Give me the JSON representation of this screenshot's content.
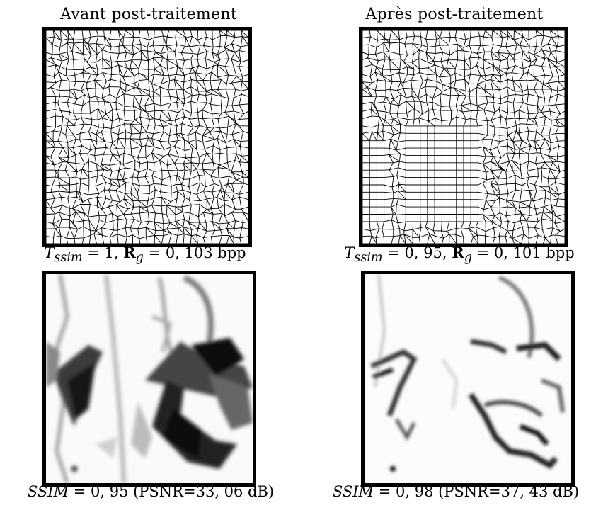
{
  "figure": {
    "left": {
      "title": "Avant post-traitement",
      "mesh_caption": {
        "t_label": "T",
        "t_sub": "ssim",
        "t_value": " = 1, ",
        "r_label": "R",
        "r_sub": "g",
        "r_value": " = 0, 103 bpp"
      },
      "ssim_caption": {
        "metric": "SSIM",
        "value": " = 0, 95 (PSNR=33, 06 dB)"
      }
    },
    "right": {
      "title": "Après post-traitement",
      "mesh_caption": {
        "t_label": "T",
        "t_sub": "ssim",
        "t_value": " = 0, 95, ",
        "r_label": "R",
        "r_sub": "g",
        "r_value": " = 0, 101 bpp"
      },
      "ssim_caption": {
        "metric": "SSIM",
        "value": " = 0, 98 (PSNR=37, 43 dB)"
      }
    }
  },
  "colors": {
    "mesh_line": "#000000",
    "panel_border": "#000000",
    "ssim_dark": "#111111",
    "ssim_mid": "#666666",
    "background": "#ffffff"
  }
}
